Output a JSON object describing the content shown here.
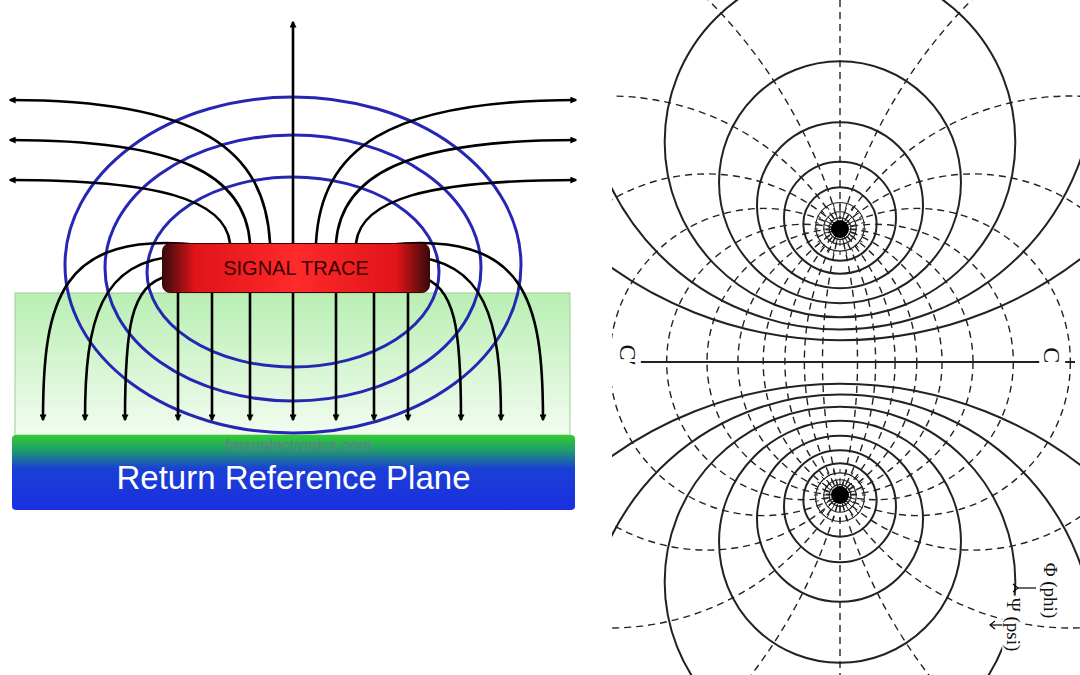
{
  "diagram": {
    "nodes": [
      {
        "text": [
          "SIGNAL TRACE"
        ]
      },
      {
        "text": [
          "Return Reference Plane"
        ]
      }
    ],
    "labels": [
      "fresuelectronics.com",
      "C′",
      "C",
      "Φ (phi)",
      "Ψ (psi)"
    ]
  }
}
